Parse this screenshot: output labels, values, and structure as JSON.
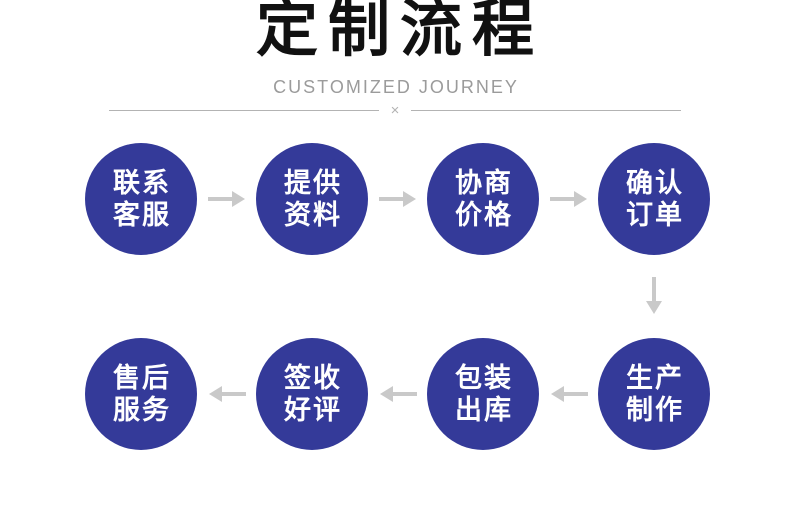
{
  "page": {
    "title": "定制流程",
    "subtitle": "CUSTOMIZED JOURNEY",
    "divider_symbol": "×"
  },
  "flow": {
    "rows": [
      {
        "direction": "right",
        "steps": [
          {
            "line1": "联系",
            "line2": "客服"
          },
          {
            "line1": "提供",
            "line2": "资料"
          },
          {
            "line1": "协商",
            "line2": "价格"
          },
          {
            "line1": "确认",
            "line2": "订单"
          }
        ]
      },
      {
        "direction": "left",
        "steps": [
          {
            "line1": "售后",
            "line2": "服务"
          },
          {
            "line1": "签收",
            "line2": "好评"
          },
          {
            "line1": "包装",
            "line2": "出库"
          },
          {
            "line1": "生产",
            "line2": "制作"
          }
        ]
      }
    ],
    "connector": "down"
  },
  "colors": {
    "background": "#ffffff",
    "circle": "#343a99",
    "circle_text": "#ffffff",
    "arrow": "#c9c9c9",
    "title": "#111111",
    "subtitle": "#9b9b9b",
    "divider": "#b3b3b3"
  }
}
